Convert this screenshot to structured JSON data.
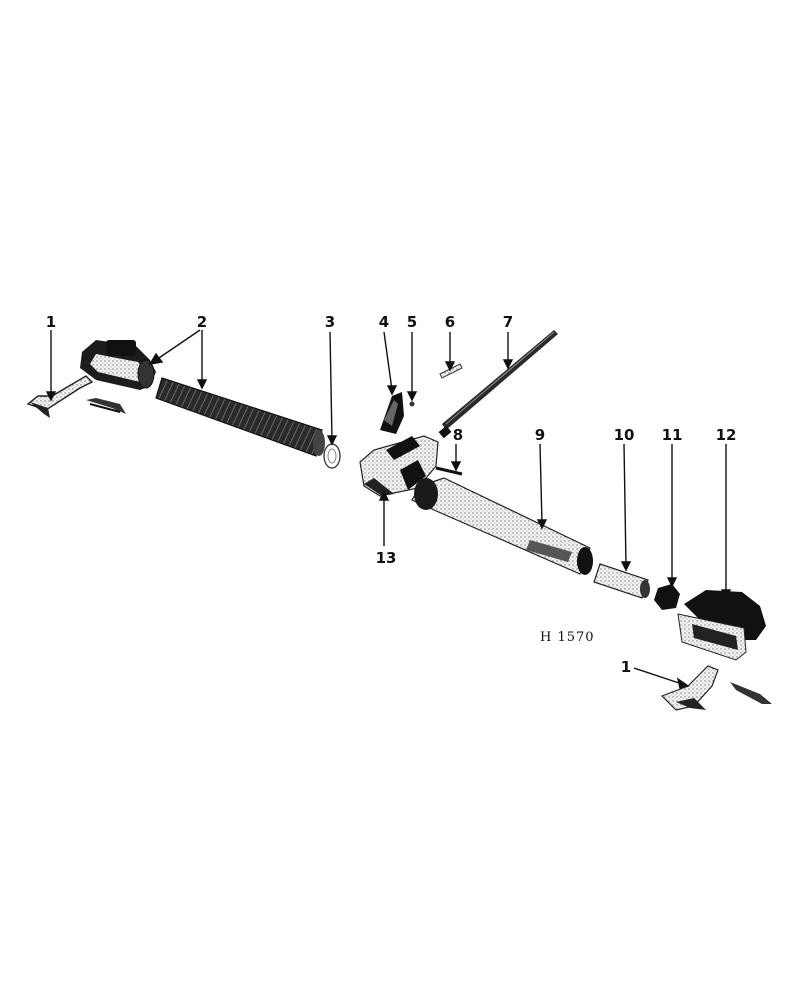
{
  "diagram": {
    "figure_code": "H 1570",
    "callouts": [
      "1",
      "2",
      "3",
      "4",
      "5",
      "6",
      "7",
      "8",
      "9",
      "10",
      "11",
      "12",
      "13",
      "1"
    ]
  }
}
